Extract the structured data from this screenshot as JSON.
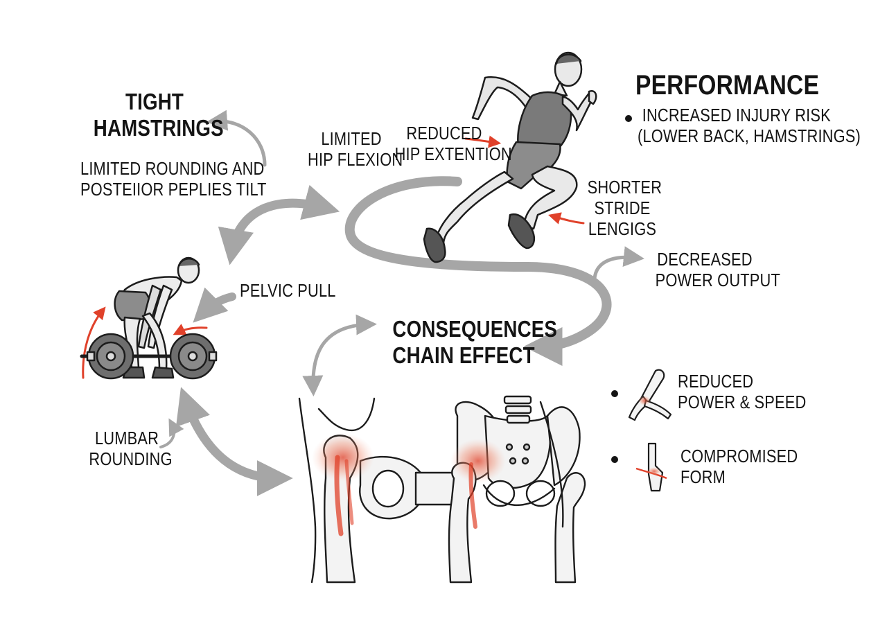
{
  "labels": {
    "tight_hamstrings": [
      "TIGHT",
      "HAMSTRINGS"
    ],
    "limited_rounding": [
      "LIMITED ROUNDING AND",
      "POSTEIIOR PEPLIES TILT"
    ],
    "limited_hip_flexion": [
      "LIMITED",
      "HIP FLEXION"
    ],
    "reduced_hip_extension": [
      "REDUCED",
      "HIP EXTENTION"
    ],
    "performance_title": "PERFORMANCE",
    "performance_bullet": [
      "INCREASED INJURY RISK",
      "(LOWER BACK, HAMSTRINGS)"
    ],
    "shorter_stride": [
      "SHORTER",
      "STRIDE",
      "LENGIGS"
    ],
    "decreased_power": [
      "DECREASED",
      "POWER OUTPUT"
    ],
    "pelvic_pull": "PELVIC PULL",
    "consequences": [
      "CONSEQUENCES",
      "CHAIN EFFECT"
    ],
    "reduced_power_speed": [
      "REDUCED",
      "POWER & SPEED"
    ],
    "compromised_form": [
      "COMPROMISED",
      "FORM"
    ],
    "lumbar_rounding": [
      "LUMBAR",
      "ROUNDING"
    ]
  },
  "icons": [
    "runner-figure-icon",
    "deadlift-figure-icon",
    "pelvis-anatomy-icon",
    "knee-joint-icon",
    "spine-joint-icon",
    "cycle-arrow-icon"
  ],
  "colors": {
    "ink": "#141414",
    "arrow_gray": "#a6a6a6",
    "inflammation_red": "#e0412a",
    "bone_fill": "#f3f3f3"
  }
}
